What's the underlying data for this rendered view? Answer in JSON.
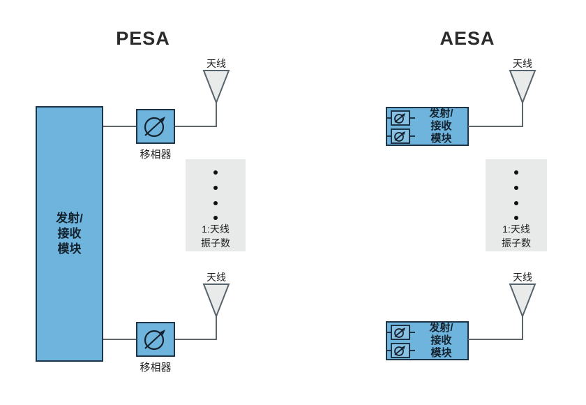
{
  "pesa": {
    "title": "PESA",
    "module": {
      "line1": "发射/",
      "line2": "接收",
      "line3": "模块"
    },
    "phase_shifter_top_label": "移相器",
    "phase_shifter_bottom_label": "移相器",
    "antenna_top_label": "天线",
    "antenna_bottom_label": "天线",
    "note": {
      "line1": "1:天线",
      "line2": "振子数"
    }
  },
  "aesa": {
    "title": "AESA",
    "module_top": {
      "line1": "发射/",
      "line2": "接收",
      "line3": "模块"
    },
    "module_bottom": {
      "line1": "发射/",
      "line2": "接收",
      "line3": "模块"
    },
    "antenna_top_label": "天线",
    "antenna_bottom_label": "天线",
    "note": {
      "line1": "1:天线",
      "line2": "振子数"
    }
  },
  "colors": {
    "module_fill": "#6FB4DC",
    "small_module_fill": "#87C0E2",
    "module_border": "#1C3448",
    "wire": "#5d6569",
    "note_background": "#E8E9E9",
    "antenna_fill": "#E9EAEA",
    "antenna_stroke": "#57636B",
    "text_dark": "#14222E"
  }
}
